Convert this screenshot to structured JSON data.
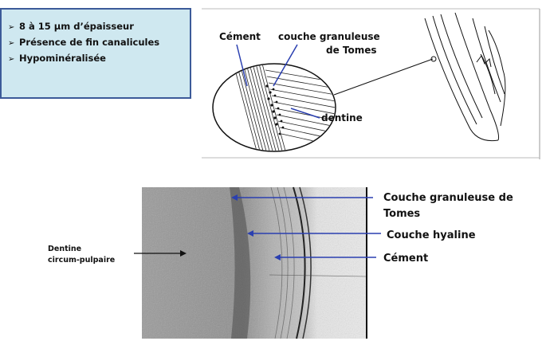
{
  "infobox": {
    "items": [
      "8 à 15 µm d’épaisseur",
      "Présence de fin canalicules",
      "Hypominéralisée"
    ]
  },
  "drawing": {
    "label_cement": "Cément",
    "label_granular_1": "couche granuleuse",
    "label_granular_2": "de Tomes",
    "label_dentine": "dentine"
  },
  "micrograph": {
    "label_granular_1": "Couche granuleuse de",
    "label_granular_2": "Tomes",
    "label_hyaline": "Couche hyaline",
    "label_cement": "Cément",
    "label_dentine_1": "Dentine",
    "label_dentine_2": "circum-pulpaire"
  },
  "colors": {
    "box_border": "#3c5a99",
    "box_fill": "#cfe8f0",
    "pointer_blue": "#2a3fb0"
  }
}
